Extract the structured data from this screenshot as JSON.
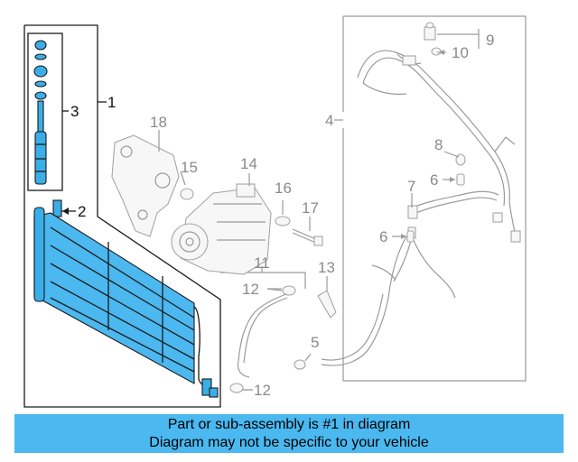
{
  "diagram": {
    "callouts": [
      {
        "id": "c1",
        "text": "1"
      },
      {
        "id": "c2",
        "text": "2"
      },
      {
        "id": "c3",
        "text": "3"
      },
      {
        "id": "c4",
        "text": "4"
      },
      {
        "id": "c5",
        "text": "5"
      },
      {
        "id": "c6a",
        "text": "6"
      },
      {
        "id": "c6b",
        "text": "6"
      },
      {
        "id": "c7",
        "text": "7"
      },
      {
        "id": "c8",
        "text": "8"
      },
      {
        "id": "c9",
        "text": "9"
      },
      {
        "id": "c10",
        "text": "10"
      },
      {
        "id": "c11",
        "text": "11"
      },
      {
        "id": "c12a",
        "text": "12"
      },
      {
        "id": "c12b",
        "text": "12"
      },
      {
        "id": "c13",
        "text": "13"
      },
      {
        "id": "c14",
        "text": "14"
      },
      {
        "id": "c15",
        "text": "15"
      },
      {
        "id": "c16",
        "text": "16"
      },
      {
        "id": "c17",
        "text": "17"
      },
      {
        "id": "c18",
        "text": "18"
      }
    ],
    "colors": {
      "highlight": "#4bb8f0",
      "highlight_part": "#3aaee8",
      "outline": "#1a1a1a",
      "ghost": "#9a9a9a"
    }
  },
  "banner": {
    "line1": "Part or sub-assembly is #1 in diagram",
    "line2": "Diagram may not be specific to your vehicle"
  }
}
